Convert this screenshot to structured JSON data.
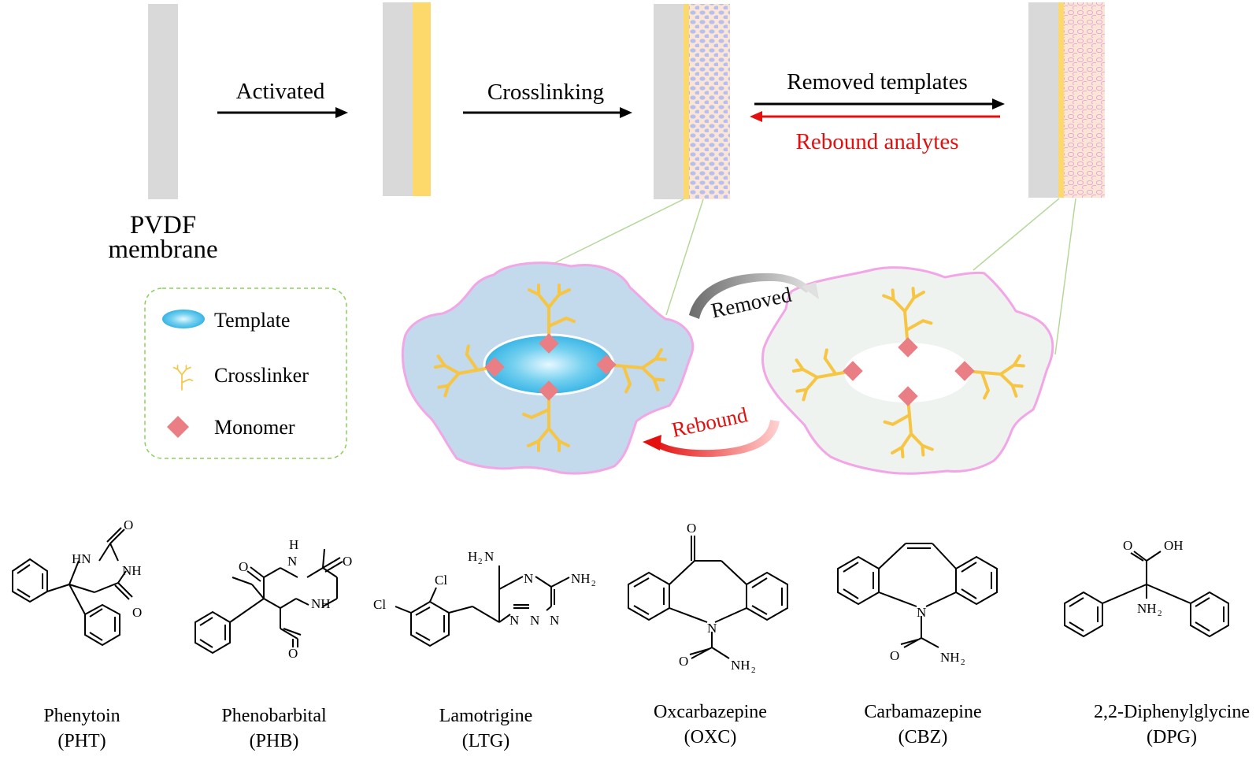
{
  "steps": {
    "pvdf_line1": "PVDF",
    "pvdf_line2": "membrane",
    "activated": "Activated",
    "crosslinking": "Crosslinking",
    "removed_templates": "Removed templates",
    "rebound_analytes": "Rebound analytes"
  },
  "cycle": {
    "removed": "Removed",
    "rebound": "Rebound"
  },
  "legend": {
    "template": "Template",
    "crosslinker": "Crosslinker",
    "monomer": "Monomer"
  },
  "atoms": {
    "O": "O",
    "N": "N",
    "H": "H",
    "HN": "HN",
    "NH": "NH",
    "Cl": "Cl",
    "NH2": "NH",
    "H2N": "H",
    "sub2": "2",
    "OH": "OH"
  },
  "compounds": [
    {
      "name": "Phenytoin",
      "abbr": "(PHT)"
    },
    {
      "name": "Phenobarbital",
      "abbr": "(PHB)"
    },
    {
      "name": "Lamotrigine",
      "abbr": "(LTG)"
    },
    {
      "name": "Oxcarbazepine",
      "abbr": "(OXC)"
    },
    {
      "name": "Carbamazepine",
      "abbr": "(CBZ)"
    },
    {
      "name": "2,2-Diphenylglycine",
      "abbr": "(DPG)"
    }
  ],
  "colors": {
    "membrane_gray": "#d9d9d9",
    "activation_yellow": "#fdd86a",
    "polymer_blue": "#c3d9ec",
    "polymer_empty": "#eef3f0",
    "outline_pink": "#f2a6e6",
    "arrow_red": "#e3100f",
    "crosslinker": "#f6c543",
    "monomer": "#e97e84",
    "legend_border": "#8ccf5a",
    "connector": "#b5d89a"
  }
}
